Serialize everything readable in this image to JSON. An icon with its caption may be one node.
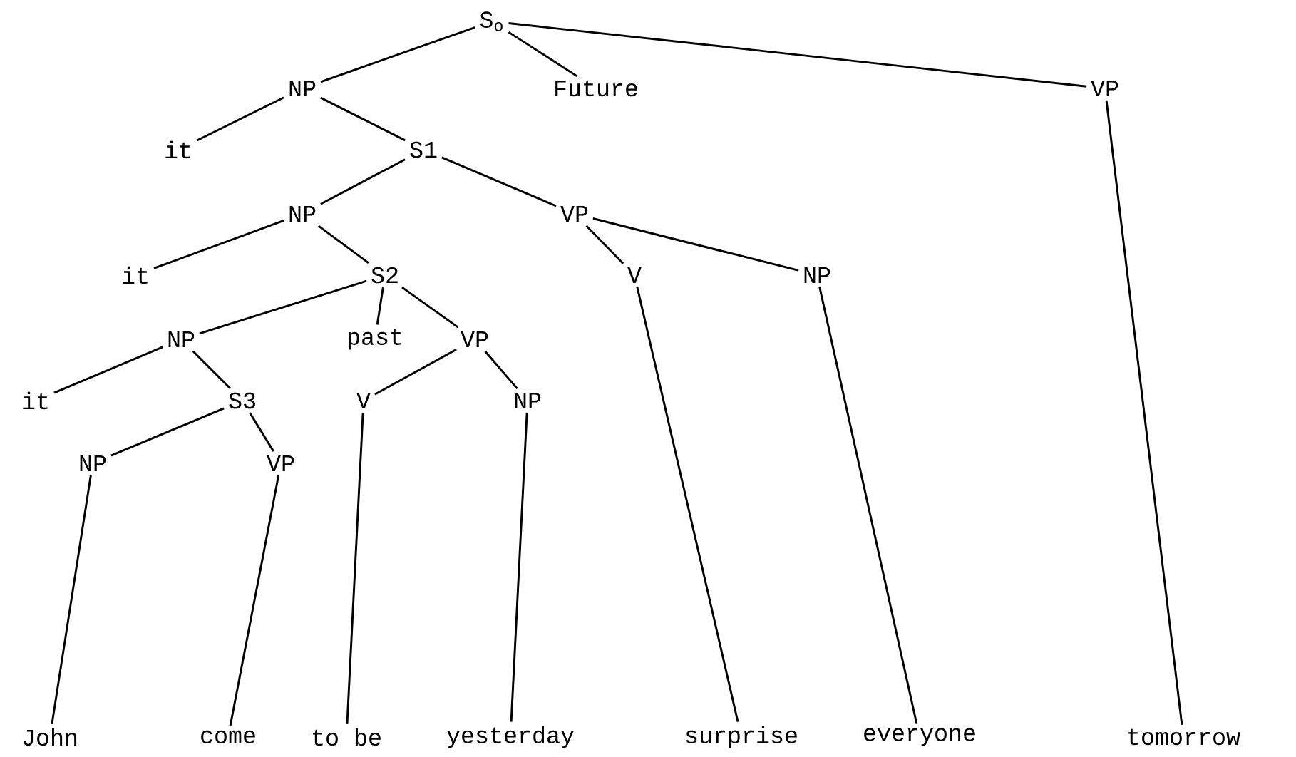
{
  "diagram": {
    "nodes": [
      {
        "text": [
          "S$_{o}$"
        ]
      },
      {
        "text": [
          "NP"
        ]
      },
      {
        "text": [
          "Future"
        ]
      },
      {
        "text": [
          "VP"
        ]
      },
      {
        "text": [
          "it"
        ]
      },
      {
        "text": [
          "S1"
        ]
      },
      {
        "text": [
          "NP"
        ]
      },
      {
        "text": [
          "VP"
        ]
      },
      {
        "text": [
          "it"
        ]
      },
      {
        "text": [
          "S2"
        ]
      },
      {
        "text": [
          "V"
        ]
      },
      {
        "text": [
          "NP"
        ]
      },
      {
        "text": [
          "NP"
        ]
      },
      {
        "text": [
          "past"
        ]
      },
      {
        "text": [
          "VP"
        ]
      },
      {
        "text": [
          "it"
        ]
      },
      {
        "text": [
          "S3"
        ]
      },
      {
        "text": [
          "V"
        ]
      },
      {
        "text": [
          "NP"
        ]
      },
      {
        "text": [
          "NP"
        ]
      },
      {
        "text": [
          "VP"
        ]
      },
      {
        "text": [
          "John"
        ]
      },
      {
        "text": [
          "come"
        ]
      },
      {
        "text": [
          "to be"
        ]
      },
      {
        "text": [
          "yesterday"
        ]
      },
      {
        "text": [
          "surprise"
        ]
      },
      {
        "text": [
          "everyone"
        ]
      },
      {
        "text": [
          "tomorrow"
        ]
      }
    ],
    "edges": [
      {
        "from": 0,
        "to": 1,
        "arrow": "none"
      },
      {
        "from": 0,
        "to": 2,
        "arrow": "none"
      },
      {
        "from": 0,
        "to": 3,
        "arrow": "none"
      },
      {
        "from": 1,
        "to": 4,
        "arrow": "none"
      },
      {
        "from": 1,
        "to": 5,
        "arrow": "none"
      },
      {
        "from": 5,
        "to": 6,
        "arrow": "none"
      },
      {
        "from": 5,
        "to": 7,
        "arrow": "none"
      },
      {
        "from": 6,
        "to": 8,
        "arrow": "none"
      },
      {
        "from": 6,
        "to": 9,
        "arrow": "none"
      },
      {
        "from": 7,
        "to": 10,
        "arrow": "none"
      },
      {
        "from": 7,
        "to": 11,
        "arrow": "none"
      },
      {
        "from": 9,
        "to": 12,
        "arrow": "none"
      },
      {
        "from": 9,
        "to": 13,
        "arrow": "none"
      },
      {
        "from": 9,
        "to": 14,
        "arrow": "none"
      },
      {
        "from": 12,
        "to": 15,
        "arrow": "none"
      },
      {
        "from": 12,
        "to": 16,
        "arrow": "none"
      },
      {
        "from": 14,
        "to": 17,
        "arrow": "none"
      },
      {
        "from": 14,
        "to": 18,
        "arrow": "none"
      },
      {
        "from": 16,
        "to": 19,
        "arrow": "none"
      },
      {
        "from": 16,
        "to": 20,
        "arrow": "none"
      },
      {
        "from": 19,
        "to": 21,
        "arrow": "none"
      },
      {
        "from": 20,
        "to": 22,
        "arrow": "none"
      },
      {
        "from": 17,
        "to": 23,
        "arrow": "none"
      },
      {
        "from": 18,
        "to": 24,
        "arrow": "none"
      },
      {
        "from": 10,
        "to": 25,
        "arrow": "none"
      },
      {
        "from": 11,
        "to": 26,
        "arrow": "none"
      },
      {
        "from": 3,
        "to": 27,
        "arrow": "none"
      }
    ]
  }
}
